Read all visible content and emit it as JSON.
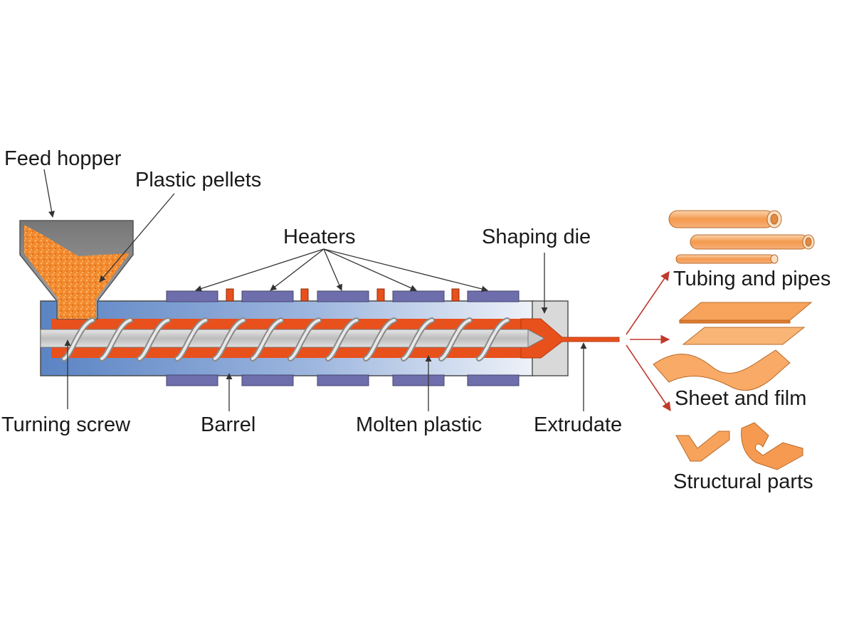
{
  "labels": {
    "feed_hopper": "Feed hopper",
    "plastic_pellets": "Plastic pellets",
    "heaters": "Heaters",
    "shaping_die": "Shaping die",
    "turning_screw": "Turning screw",
    "barrel": "Barrel",
    "molten_plastic": "Molten plastic",
    "extrudate": "Extrudate",
    "tubing_and_pipes": "Tubing and pipes",
    "sheet_and_film": "Sheet and film",
    "structural_parts": "Structural parts"
  },
  "colors": {
    "barrel_blue": "#5b84c4",
    "heater_purple": "#6f6eac",
    "molten_orange": "#e8501c",
    "pellet_orange": "#f28a2e",
    "hopper_gray": "#8e8e8e",
    "screw_gray": "#c8c8c8",
    "arrow_red": "#c0392b",
    "product_orange": "#f7a35c"
  }
}
